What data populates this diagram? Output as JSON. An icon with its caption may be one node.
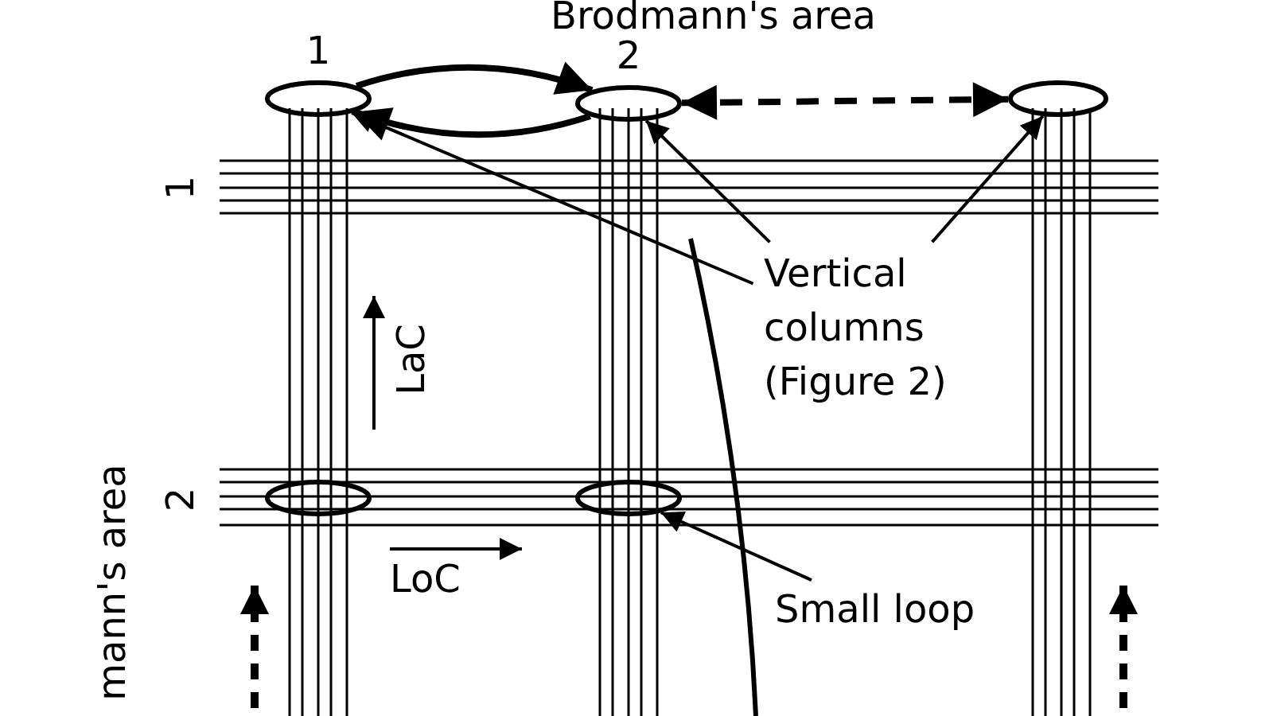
{
  "diagram": {
    "nodes": [
      {
        "text": [
          "1"
        ]
      },
      {
        "text": [
          "2"
        ]
      },
      {
        "text": [],
        "shape": "ellipse"
      },
      {
        "text": [
          "Vertical columns (Figure 2)"
        ]
      },
      {
        "text": [],
        "shape": "ellipse"
      },
      {
        "text": [],
        "shape": "ellipse"
      },
      {
        "text": [
          "Small loop"
        ]
      }
    ],
    "edges": [
      {
        "from": 0,
        "to": 1,
        "arrow": "to",
        "style": "thick"
      },
      {
        "from": 1,
        "to": 0,
        "arrow": "to",
        "style": "thick"
      },
      {
        "from": 1,
        "to": 2,
        "arrow": "both",
        "style": "dashed"
      },
      {
        "from": 3,
        "to": 0,
        "arrow": "to"
      },
      {
        "from": 3,
        "to": 1,
        "arrow": "to"
      },
      {
        "from": 3,
        "to": 2,
        "arrow": "to"
      },
      {
        "from": 6,
        "to": 5,
        "arrow": "to"
      }
    ],
    "labels": [
      "Brodmann's area",
      "1",
      "LaC",
      "2",
      "LoC",
      "mann's area"
    ]
  }
}
